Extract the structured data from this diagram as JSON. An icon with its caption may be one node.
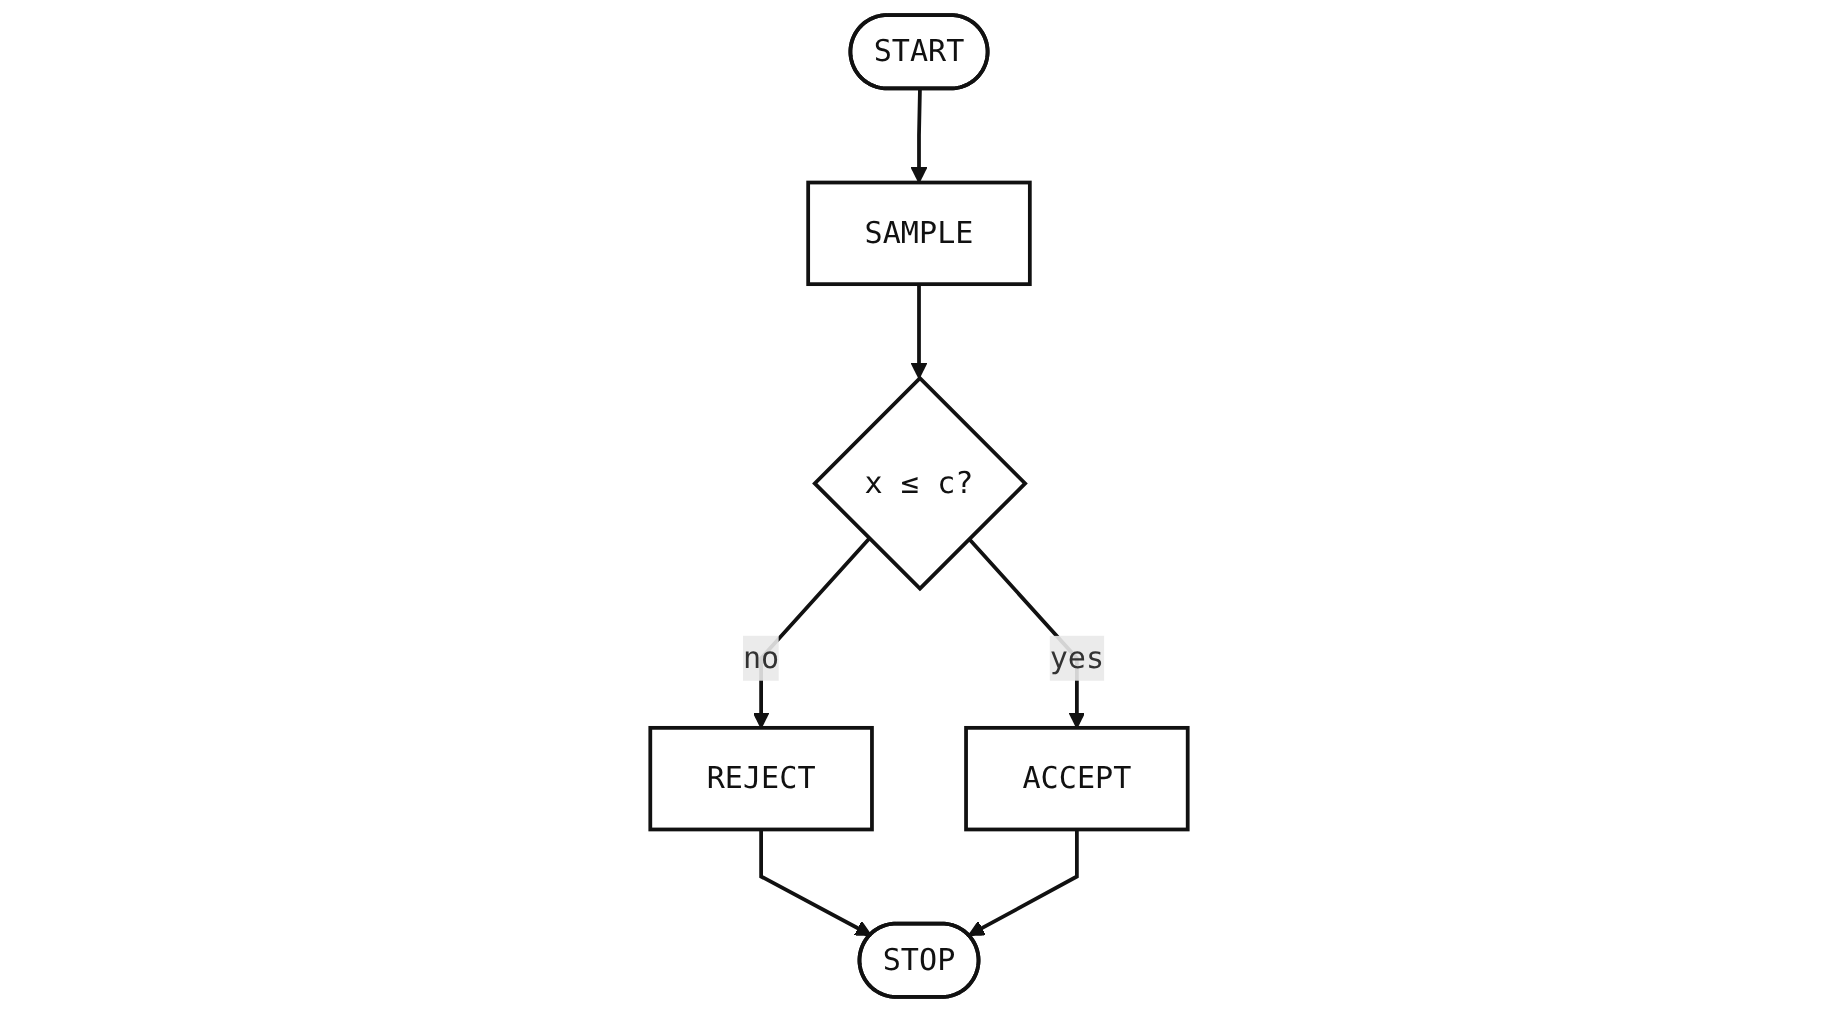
{
  "diagram": {
    "nodes": [
      {
        "text": [
          "START"
        ]
      },
      {
        "text": [
          "SAMPLE"
        ]
      },
      {
        "text": [
          "x ≤ c?"
        ]
      },
      {
        "text": [
          "REJECT"
        ]
      },
      {
        "text": [
          "ACCEPT"
        ]
      },
      {
        "text": [
          "STOP"
        ]
      }
    ],
    "edges": [
      {
        "from": 0,
        "to": 1,
        "arrow": "to"
      },
      {
        "from": 1,
        "to": 2,
        "arrow": "to"
      },
      {
        "from": 2,
        "to": 3,
        "arrow": "to",
        "label": "no"
      },
      {
        "from": 2,
        "to": 4,
        "arrow": "to",
        "label": "yes"
      },
      {
        "from": 3,
        "to": 5,
        "arrow": "to"
      },
      {
        "from": 4,
        "to": 5,
        "arrow": "to"
      }
    ]
  }
}
